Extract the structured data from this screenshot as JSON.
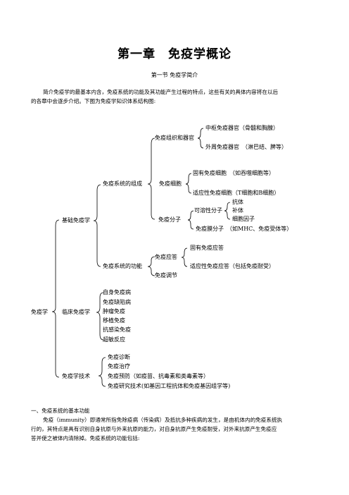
{
  "chapter_title": "第一章　免疫学概论",
  "section_title": "第一节 免疫学简介",
  "intro": {
    "line1": "简介免疫学的最基本内含，免疫系统的功能及其功能产生过程的特点，这些有关的具体内容将在以后",
    "line2": "的各章中会逐步介绍。下图为免疫学知识体系结构图:"
  },
  "tree": {
    "root": "免疫学",
    "basic": "基础免疫学",
    "composition": "免疫系统的组成",
    "organs": "免疫组织和器官",
    "central_organ": "中枢免疫器官（骨髓和胸腺）",
    "peripheral_organ": "外周免疫器官　（淋巴结、脾等）",
    "cells": "免疫细胞",
    "innate_cells": "固有免疫细胞　（如吞噬细胞等）",
    "adaptive_cells": "适应性免疫细胞（T细胞和B细胞）",
    "molecules": "免疫分子",
    "soluble": "可溶性分子",
    "antibody": "抗体",
    "complement": "补体",
    "cytokine": "细胞因子",
    "membrane": "免疫膜分子　（如MHC、免疫受体等）",
    "function": "免疫系统的功能",
    "response": "免疫应答",
    "innate_response": "固有免疫应答",
    "adaptive_response": "适应性免疫应答（包括免疫耐受）",
    "regulation": "免疫调节",
    "clinical": "临床免疫学",
    "clinical_items": [
      "自身免疫病",
      "免疫缺陷病",
      "肿瘤免疫",
      "移植免疫",
      "抗感染免疫",
      "超敏反应"
    ],
    "technology": "免疫学技术",
    "tech_items": [
      "免疫诊断",
      "免疫治疗",
      "免疫预防（如疫苗、抗毒素和类毒素等）",
      "免疫研究技术(如基因工程抗体和免疫基因组学等)"
    ]
  },
  "section1": {
    "heading": "一、免疫系统的基本功能",
    "line1": "免疫（immunity）即通常所指免除疫病（传染病）及抵抗多种疾病的发生，是由机体内的免疫系统执",
    "line2": "行的，其特点是具有识别自身抗原与外来抗原的能力，对自身抗原产生免疫耐受，对外来抗原产生免疫应",
    "line3": "答并使之被体内清除掉。免疫系统的功能包括:"
  }
}
